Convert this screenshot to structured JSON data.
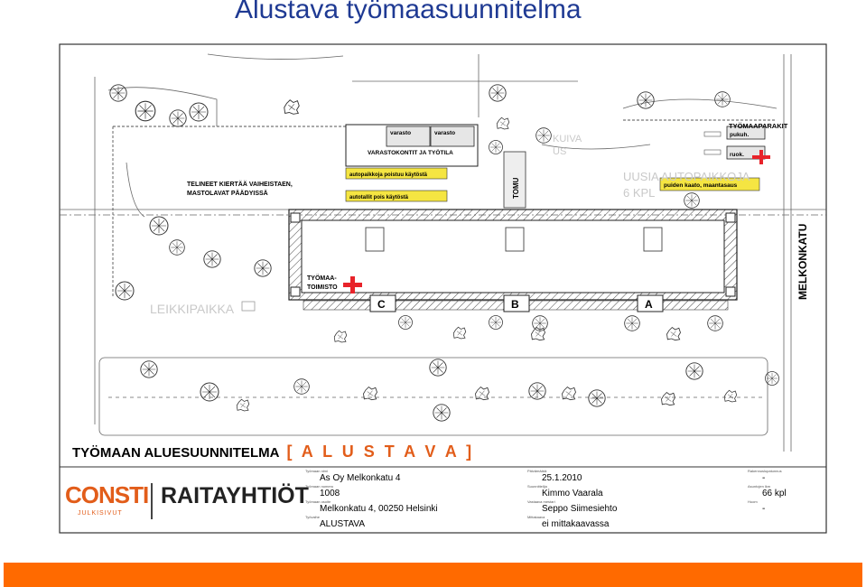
{
  "slide": {
    "title": "Alustava työmaasuunnitelma"
  },
  "plan": {
    "labels": {
      "varasto_1": "varasto",
      "varasto_2": "varasto",
      "varastokontit": "VARASTOKONTIT JA TYÖTILA",
      "autopaikkoja": "autopaikkoja poistuu käytöstä",
      "autotallit": "autotallit pois käytöstä",
      "telineet_1": "TELINEET KIERTÄÄ VAIHEISTAEN,",
      "telineet_2": "MASTOLAVAT PÄÄDYISSÄ",
      "kuiva_1": "KUIVA",
      "kuiva_2": "US",
      "tomu": "TOMU",
      "uusia": "UUSIA AUTOPAIKKOJA",
      "kpl": "6 KPL",
      "puiden": "puiden kaato, maantasaus",
      "parakit": "TYÖMAAPARAKIT",
      "pukuh": "pukuh.",
      "ruok": "ruok.",
      "toimisto_1": "TYÖMAA-",
      "toimisto_2": "TOIMISTO",
      "leikkipaikka": "LEIKKIPAIKKA",
      "street": "MELKONKATU",
      "stair_c": "C",
      "stair_b": "B",
      "stair_a": "A"
    }
  },
  "sheet": {
    "title": "TYÖMAAN ALUESUUNNITELMA",
    "status": "[ A L U S T A V A ]"
  },
  "logos": {
    "consti": "CONSTI",
    "consti_sub": "JULKISIVUT",
    "raita": "RAITAYHTIÖT"
  },
  "title_block": {
    "fields": [
      {
        "label": "Työmaan nimi",
        "value": "As Oy Melkonkatu 4"
      },
      {
        "label": "Työmaan numero",
        "value": "1008"
      },
      {
        "label": "Työmaan osoite",
        "value": "Melkonkatu 4, 00250 Helsinki"
      },
      {
        "label": "Työvaihe",
        "value": "ALUSTAVA"
      },
      {
        "label": "Päivämäärä",
        "value": "25.1.2010"
      },
      {
        "label": "Suunnittelija",
        "value": "Kimmo Vaarala"
      },
      {
        "label": "Vastaava mestari",
        "value": "Seppo Siimesiehto"
      },
      {
        "label": "Mittakaava",
        "value": "ei mittakaavassa"
      },
      {
        "label": "Rakennuslupatunnus",
        "value": "-"
      },
      {
        "label": "Asuntojen lkm",
        "value": "66 kpl"
      },
      {
        "label": "Huom",
        "value": "-"
      }
    ]
  },
  "colors": {
    "title": "#1f3a93",
    "accent": "#e25d1a",
    "footer": "#ff6a00",
    "highlight": "#f5e542",
    "cross": "#e8232a"
  }
}
